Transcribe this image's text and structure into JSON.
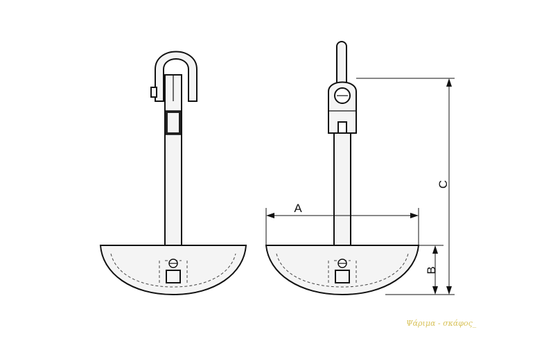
{
  "diagram": {
    "dimensions": {
      "a": "A",
      "b": "B",
      "c": "C"
    },
    "watermark": "Ψάριμα - σκάφος_",
    "colors": {
      "line": "#111111",
      "fill": "#f4f4f4",
      "background": "#ffffff",
      "watermark": "#d8c25a"
    }
  }
}
